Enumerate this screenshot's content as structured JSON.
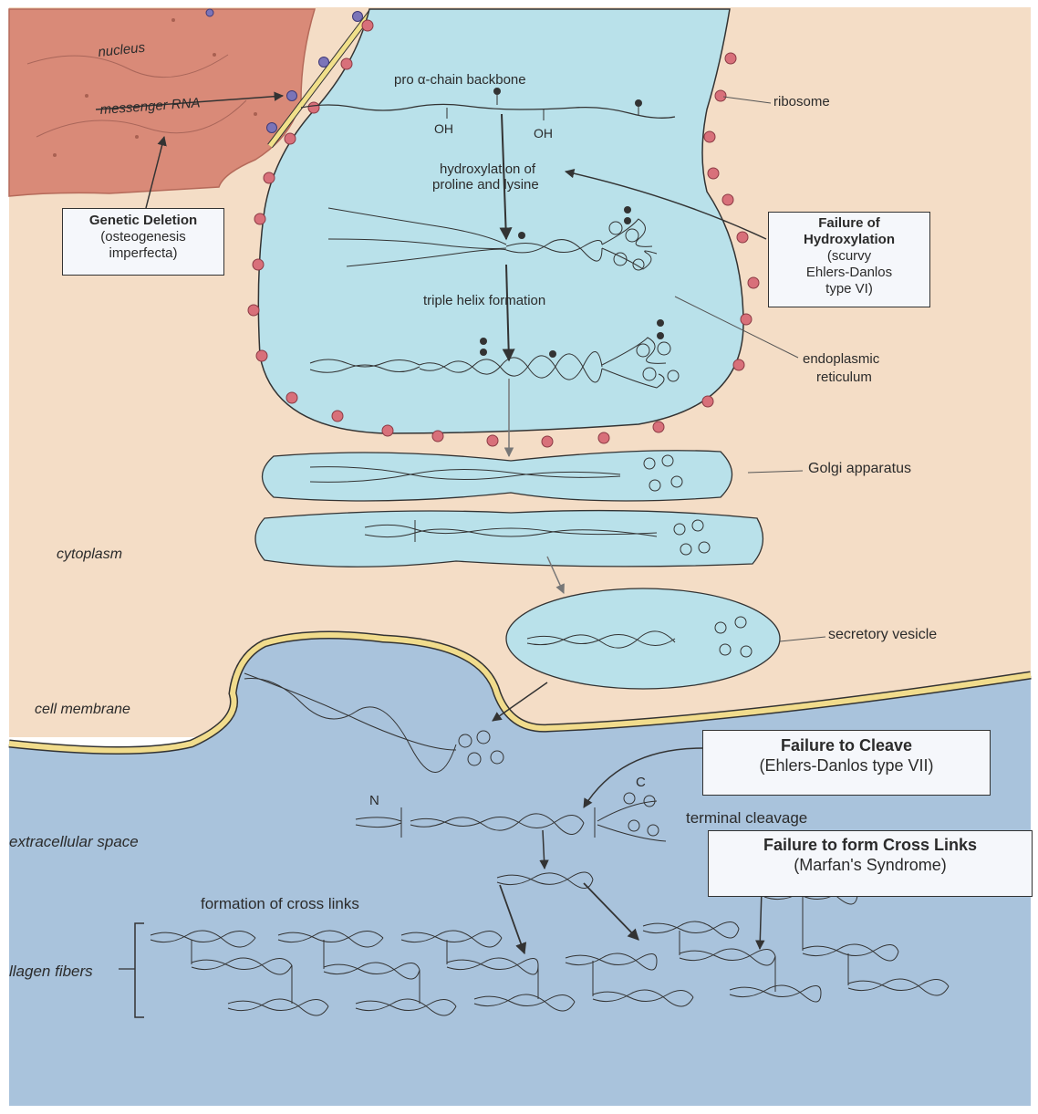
{
  "labels": {
    "nucleus": "nucleus",
    "messenger_rna": "messenger RNA",
    "pro_chain": "pro α-chain backbone",
    "ribosome": "ribosome",
    "oh1": "OH",
    "oh2": "OH",
    "hydroxylation_line1": "hydroxylation of",
    "hydroxylation_line2": "proline and lysine",
    "triple_helix": "triple helix formation",
    "er_line1": "endoplasmic",
    "er_line2": "reticulum",
    "golgi": "Golgi apparatus",
    "cytoplasm": "cytoplasm",
    "secretory_vesicle": "secretory vesicle",
    "cell_membrane": "cell membrane",
    "extracellular": "extracellular space",
    "n_terminal": "N",
    "c_terminal": "C",
    "terminal_cleavage": "terminal cleavage",
    "cross_links": "formation of cross links",
    "collagen_fibers": "llagen fibers"
  },
  "boxes": {
    "genetic_deletion": {
      "title": "Genetic Deletion",
      "line1": "(osteogenesis",
      "line2": "imperfecta)"
    },
    "failure_hydroxylation": {
      "title1": "Failure of",
      "title2": "Hydroxylation",
      "line1": "(scurvy",
      "line2": "Ehlers-Danlos",
      "line3": "type VI)"
    },
    "failure_cleave": {
      "title": "Failure to Cleave",
      "line1": "(Ehlers-Danlos type VII)"
    },
    "failure_cross_links": {
      "title": "Failure to form Cross Links",
      "line1": "(Marfan's Syndrome)"
    }
  },
  "colors": {
    "nucleus": "#d98a78",
    "cytoplasm": "#f4ddc6",
    "er": "#b9e1ea",
    "extracellular": "#a9c3dc",
    "membrane": "#f1dc8c",
    "ribosome": "#d8707a"
  }
}
